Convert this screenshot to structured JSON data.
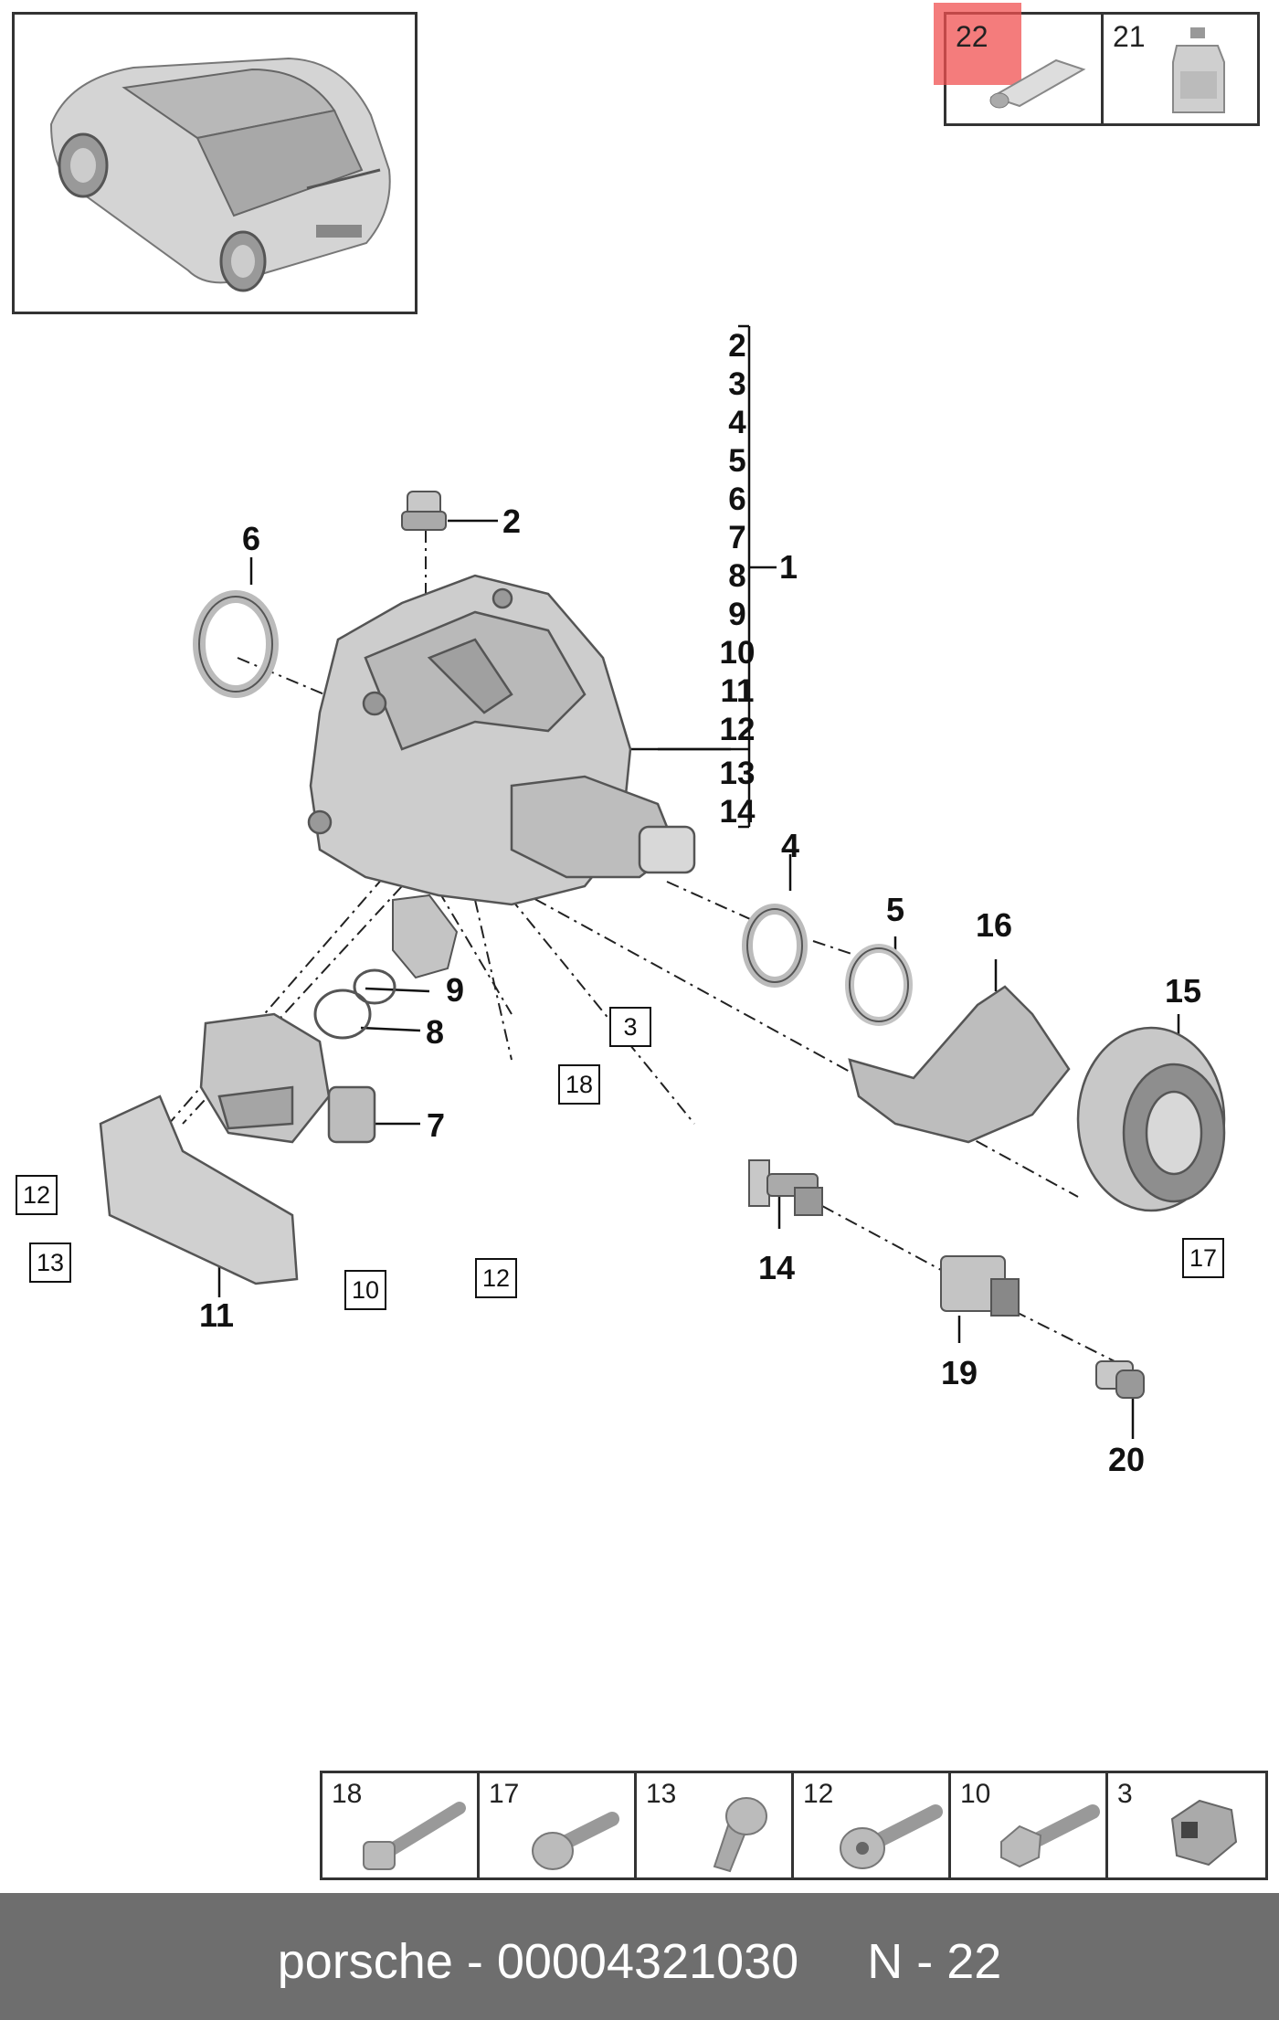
{
  "top_kit": [
    {
      "number": "22",
      "icon": "grease-tube-icon",
      "highlighted": true
    },
    {
      "number": "21",
      "icon": "oil-bottle-icon",
      "highlighted": false
    }
  ],
  "kit_list": [
    "2",
    "3",
    "4",
    "5",
    "6",
    "7",
    "8",
    "9",
    "10",
    "11",
    "12",
    "13",
    "14"
  ],
  "kit_parent": "1",
  "callouts": {
    "c2": "2",
    "c6": "6",
    "c4": "4",
    "c5": "5",
    "c16": "16",
    "c15": "15",
    "c9": "9",
    "c8": "8",
    "c7": "7",
    "c11": "11",
    "c14": "14",
    "c19": "19",
    "c20": "20"
  },
  "boxed_refs": {
    "b3": "3",
    "b18": "18",
    "b12a": "12",
    "b13": "13",
    "b10": "10",
    "b12b": "12",
    "b17": "17"
  },
  "hardware": [
    {
      "number": "18",
      "icon": "long-bolt-icon"
    },
    {
      "number": "17",
      "icon": "torx-bolt-icon"
    },
    {
      "number": "13",
      "icon": "screw-icon"
    },
    {
      "number": "12",
      "icon": "hex-socket-bolt-icon"
    },
    {
      "number": "10",
      "icon": "flange-bolt-icon"
    },
    {
      "number": "3",
      "icon": "nut-icon"
    }
  ],
  "footer": "porsche - 00004321030     N - 22",
  "colors": {
    "highlight": "#f05050",
    "footer_bg": "#6e6e6e",
    "part_fill": "#c8c8c8"
  }
}
